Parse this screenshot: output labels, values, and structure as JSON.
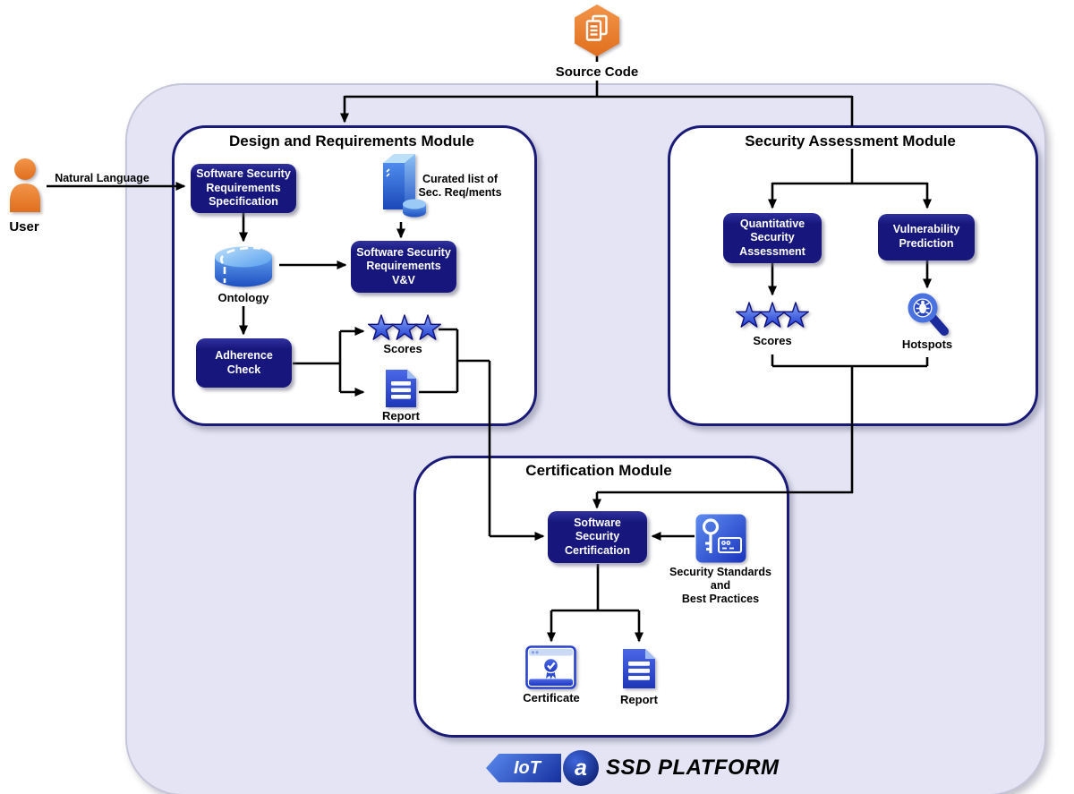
{
  "colors": {
    "navy": "#16167C",
    "module-border": "#1A1A78",
    "module-bg": "#FFFFFF",
    "platform-bg": "#E4E4F4",
    "platform-border": "#C6C6DA",
    "orange": "#ED7D31",
    "line": "#000000",
    "text": "#000000",
    "box-text": "#FFFFFF",
    "star-blue": "#2E4FD8",
    "doc-blue": "#3450D8",
    "logo-blue": "#1E3CB8"
  },
  "source": {
    "label": "Source Code"
  },
  "user": {
    "label": "User",
    "input": "Natural Language"
  },
  "design": {
    "title": "Design and Requirements Module",
    "ssrs": [
      "Software Security",
      "Requirements",
      "Specification"
    ],
    "curated": [
      "Curated list of",
      "Sec. Req/ments"
    ],
    "ontology": "Ontology",
    "vv": [
      "Software Security",
      "Requirements",
      "V&V"
    ],
    "adherence": [
      "Adherence",
      "Check"
    ],
    "scores": "Scores",
    "report": "Report"
  },
  "security": {
    "title": "Security Assessment Module",
    "qsa": [
      "Quantitative",
      "Security",
      "Assessment"
    ],
    "vp": [
      "Vulnerability",
      "Prediction"
    ],
    "scores": "Scores",
    "hotspots": "Hotspots"
  },
  "certification": {
    "title": "Certification Module",
    "ssc": [
      "Software",
      "Security",
      "Certification"
    ],
    "standards": [
      "Security Standards",
      "and",
      "Best Practices"
    ],
    "certificate": "Certificate",
    "report": "Report"
  },
  "footer": {
    "iot": "IoT",
    "at": "a",
    "platform": "SSD PLATFORM"
  }
}
